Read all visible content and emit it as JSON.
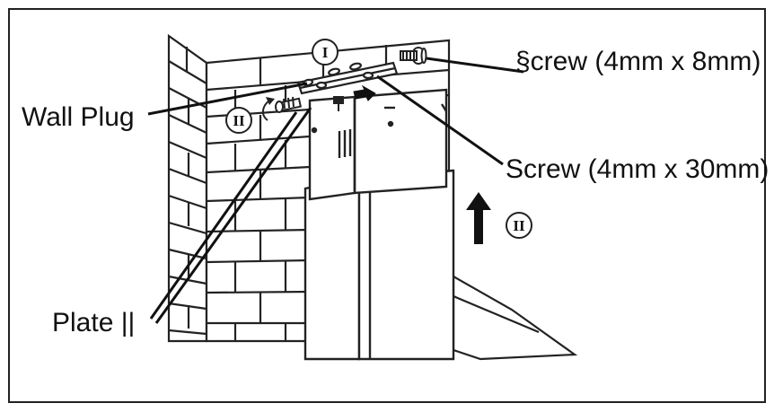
{
  "labels": {
    "screw_small": "§crew (4mm x 8mm)",
    "wall_plug": "Wall Plug",
    "screw_large": "Screw (4mm x 30mm)",
    "plate": "Plate ||"
  },
  "steps": {
    "step_one": "I",
    "step_two_left": "II",
    "step_two_right": "II"
  },
  "colors": {
    "ink": "#111111",
    "paper": "#ffffff",
    "border": "#222222"
  }
}
